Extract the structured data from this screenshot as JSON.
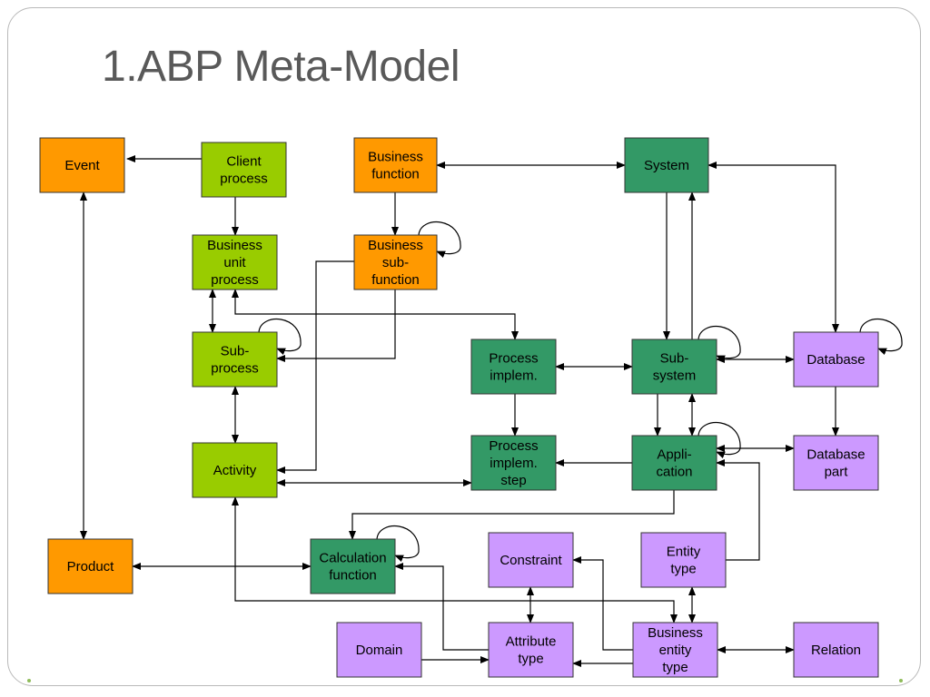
{
  "slide": {
    "title": "1.ABP Meta-Model"
  },
  "colors": {
    "orange": "#ff9900",
    "light_green": "#99cc00",
    "dark_green": "#339966",
    "lavender": "#cc99ff",
    "border": "#333333",
    "connector": "#000000",
    "title_text": "#595959"
  },
  "diagram": {
    "nodes": [
      {
        "id": "event",
        "lines": [
          "Event"
        ],
        "category": "orange"
      },
      {
        "id": "client-process",
        "lines": [
          "Client",
          "process"
        ],
        "category": "light_green"
      },
      {
        "id": "business-function",
        "lines": [
          "Business",
          "function"
        ],
        "category": "orange"
      },
      {
        "id": "system",
        "lines": [
          "System"
        ],
        "category": "dark_green"
      },
      {
        "id": "business-unit-process",
        "lines": [
          "Business",
          "unit",
          "process"
        ],
        "category": "light_green"
      },
      {
        "id": "business-sub-function",
        "lines": [
          "Business",
          "sub-",
          "function"
        ],
        "category": "orange"
      },
      {
        "id": "sub-process",
        "lines": [
          "Sub-",
          "process"
        ],
        "category": "light_green"
      },
      {
        "id": "process-implem",
        "lines": [
          "Process",
          "implem."
        ],
        "category": "dark_green"
      },
      {
        "id": "sub-system",
        "lines": [
          "Sub-",
          "system"
        ],
        "category": "dark_green"
      },
      {
        "id": "database",
        "lines": [
          "Database"
        ],
        "category": "lavender"
      },
      {
        "id": "activity",
        "lines": [
          "Activity"
        ],
        "category": "light_green"
      },
      {
        "id": "process-implem-step",
        "lines": [
          "Process",
          "implem.",
          "step"
        ],
        "category": "dark_green"
      },
      {
        "id": "application",
        "lines": [
          "Appli-",
          "cation"
        ],
        "category": "dark_green"
      },
      {
        "id": "database-part",
        "lines": [
          "Database",
          "part"
        ],
        "category": "lavender"
      },
      {
        "id": "product",
        "lines": [
          "Product"
        ],
        "category": "orange"
      },
      {
        "id": "calculation-function",
        "lines": [
          "Calculation",
          "function"
        ],
        "category": "dark_green"
      },
      {
        "id": "constraint",
        "lines": [
          "Constraint"
        ],
        "category": "lavender"
      },
      {
        "id": "entity-type",
        "lines": [
          "Entity",
          "type"
        ],
        "category": "lavender"
      },
      {
        "id": "domain",
        "lines": [
          "Domain"
        ],
        "category": "lavender"
      },
      {
        "id": "attribute-type",
        "lines": [
          "Attribute",
          "type"
        ],
        "category": "lavender"
      },
      {
        "id": "business-entity-type",
        "lines": [
          "Business",
          "entity",
          "type"
        ],
        "category": "lavender"
      },
      {
        "id": "relation",
        "lines": [
          "Relation"
        ],
        "category": "lavender"
      }
    ],
    "edges": [
      {
        "from": "client-process",
        "to": "event",
        "direction": "forward"
      },
      {
        "from": "client-process",
        "to": "business-unit-process",
        "direction": "forward"
      },
      {
        "from": "event",
        "to": "product",
        "direction": "both"
      },
      {
        "from": "business-function",
        "to": "system",
        "direction": "both"
      },
      {
        "from": "business-function",
        "to": "business-sub-function",
        "direction": "forward"
      },
      {
        "from": "business-sub-function",
        "to": "business-sub-function",
        "direction": "self"
      },
      {
        "from": "business-sub-function",
        "to": "sub-process",
        "direction": "forward"
      },
      {
        "from": "business-sub-function",
        "to": "activity",
        "direction": "forward"
      },
      {
        "from": "system",
        "to": "database",
        "direction": "both"
      },
      {
        "from": "system",
        "to": "sub-system",
        "direction": "forward"
      },
      {
        "from": "sub-system",
        "to": "system",
        "direction": "forward"
      },
      {
        "from": "business-unit-process",
        "to": "sub-process",
        "direction": "both"
      },
      {
        "from": "business-unit-process",
        "to": "process-implem",
        "direction": "both"
      },
      {
        "from": "sub-process",
        "to": "sub-process",
        "direction": "self"
      },
      {
        "from": "sub-process",
        "to": "activity",
        "direction": "both"
      },
      {
        "from": "process-implem",
        "to": "sub-system",
        "direction": "both"
      },
      {
        "from": "process-implem",
        "to": "process-implem-step",
        "direction": "forward"
      },
      {
        "from": "sub-system",
        "to": "sub-system",
        "direction": "self"
      },
      {
        "from": "sub-system",
        "to": "database",
        "direction": "both"
      },
      {
        "from": "sub-system",
        "to": "application",
        "direction": "forward"
      },
      {
        "from": "application",
        "to": "sub-system",
        "direction": "both"
      },
      {
        "from": "database",
        "to": "database",
        "direction": "self"
      },
      {
        "from": "database",
        "to": "database-part",
        "direction": "forward"
      },
      {
        "from": "application",
        "to": "application",
        "direction": "self"
      },
      {
        "from": "application",
        "to": "process-implem-step",
        "direction": "forward"
      },
      {
        "from": "application",
        "to": "database-part",
        "direction": "both"
      },
      {
        "from": "activity",
        "to": "process-implem-step",
        "direction": "both"
      },
      {
        "from": "application",
        "to": "calculation-function",
        "direction": "forward"
      },
      {
        "from": "entity-type",
        "to": "database-part",
        "direction": "forward"
      },
      {
        "from": "product",
        "to": "calculation-function",
        "direction": "both"
      },
      {
        "from": "calculation-function",
        "to": "calculation-function",
        "direction": "self"
      },
      {
        "from": "attribute-type",
        "to": "calculation-function",
        "direction": "forward"
      },
      {
        "from": "activity",
        "to": "business-entity-type",
        "direction": "both"
      },
      {
        "from": "constraint",
        "to": "attribute-type",
        "direction": "both"
      },
      {
        "from": "business-entity-type",
        "to": "constraint",
        "direction": "forward"
      },
      {
        "from": "entity-type",
        "to": "business-entity-type",
        "direction": "both"
      },
      {
        "from": "domain",
        "to": "attribute-type",
        "direction": "forward"
      },
      {
        "from": "business-entity-type",
        "to": "attribute-type",
        "direction": "forward"
      },
      {
        "from": "business-entity-type",
        "to": "relation",
        "direction": "both"
      }
    ]
  }
}
